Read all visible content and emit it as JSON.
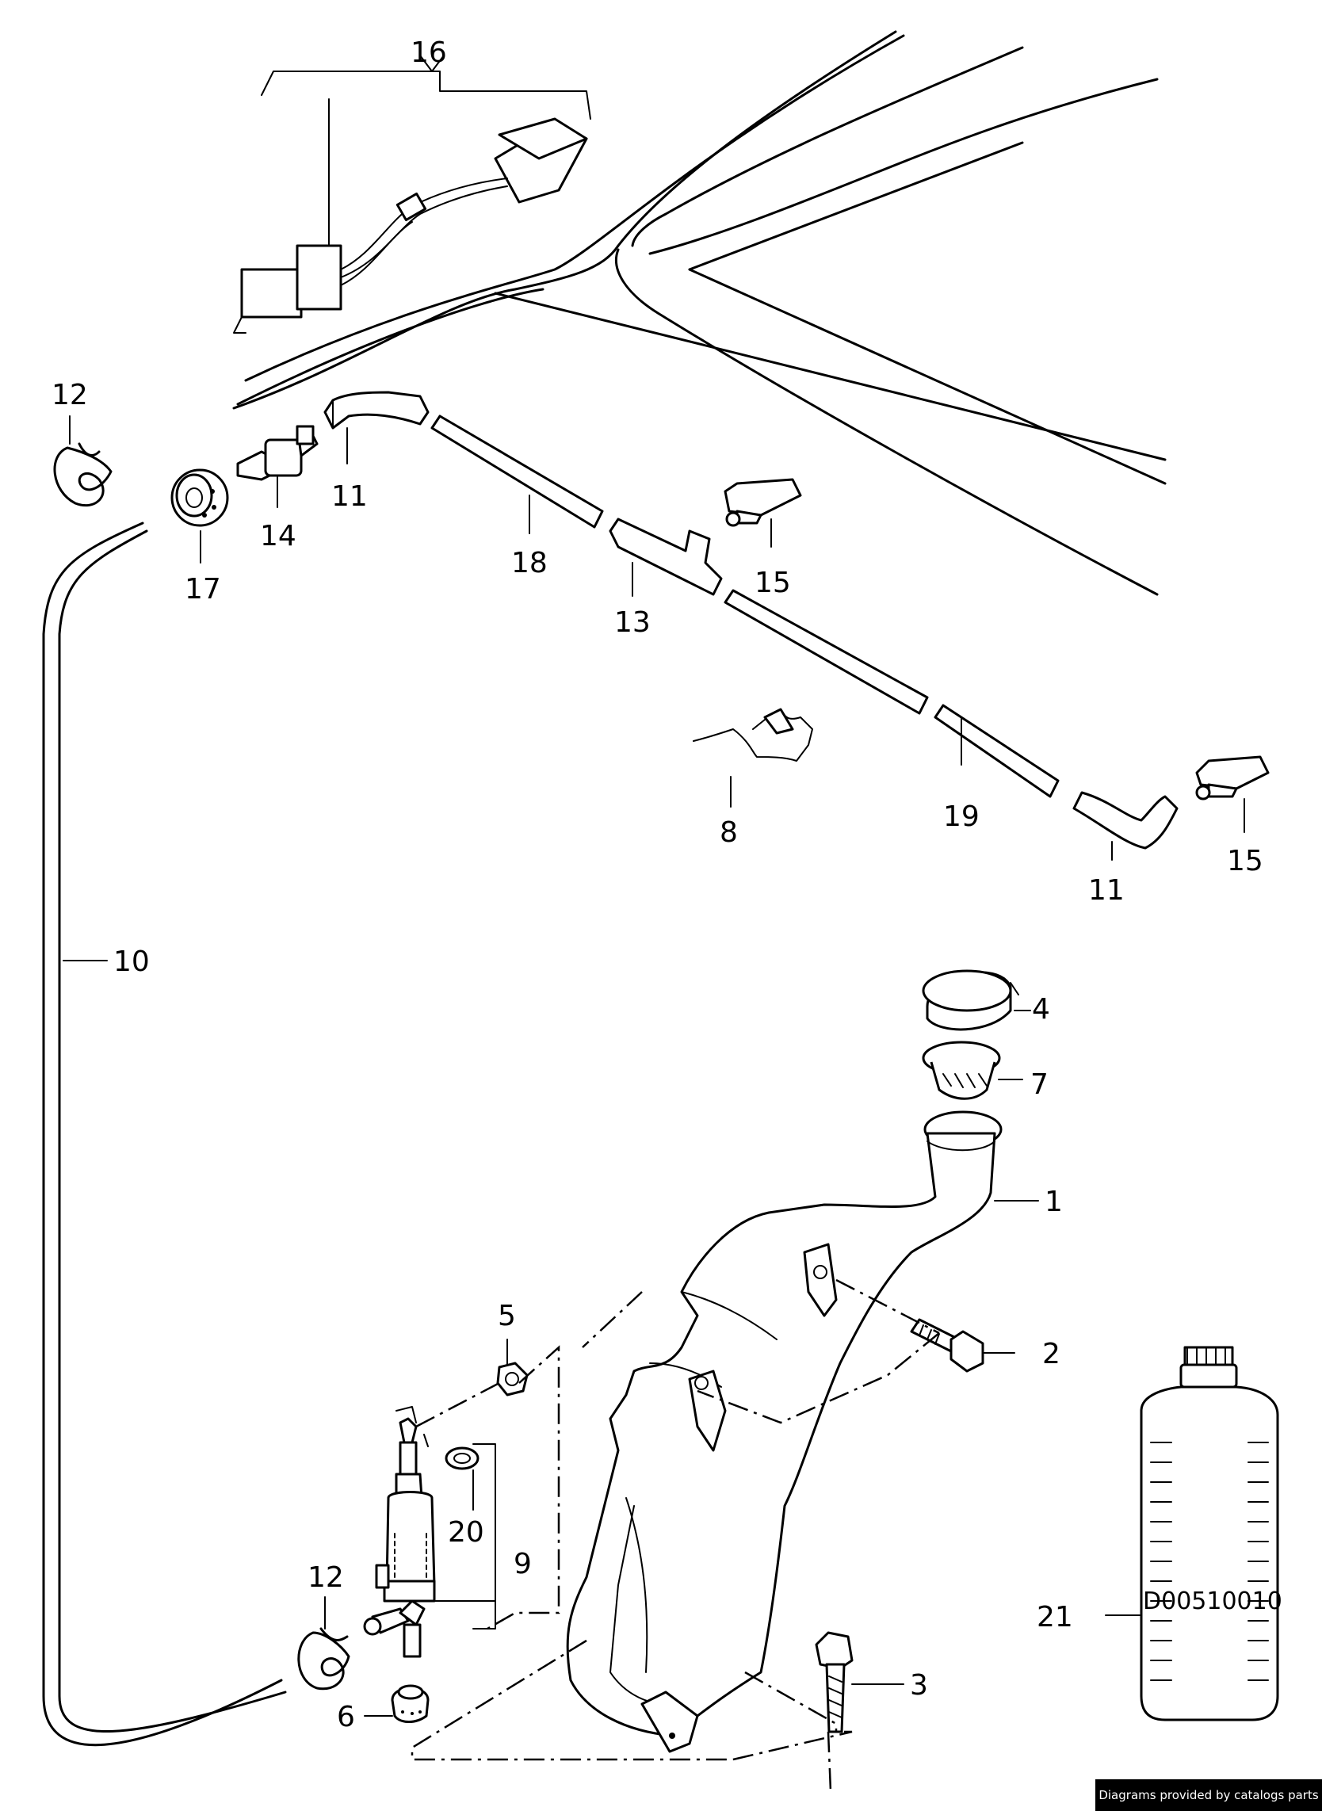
{
  "diagram": {
    "callouts": {
      "p1": "1",
      "p2": "2",
      "p3": "3",
      "p4": "4",
      "p5": "5",
      "p6": "6",
      "p7": "7",
      "p8": "8",
      "p9": "9",
      "p10": "10",
      "p11a": "11",
      "p11b": "11",
      "p12a": "12",
      "p12b": "12",
      "p13": "13",
      "p14": "14",
      "p15a": "15",
      "p15b": "15",
      "p16": "16",
      "p17": "17",
      "p18": "18",
      "p19": "19",
      "p20": "20",
      "p21": "21"
    },
    "bottle_label": "D00510010"
  },
  "footer": {
    "credit": "Diagrams provided by catalogs parts"
  }
}
